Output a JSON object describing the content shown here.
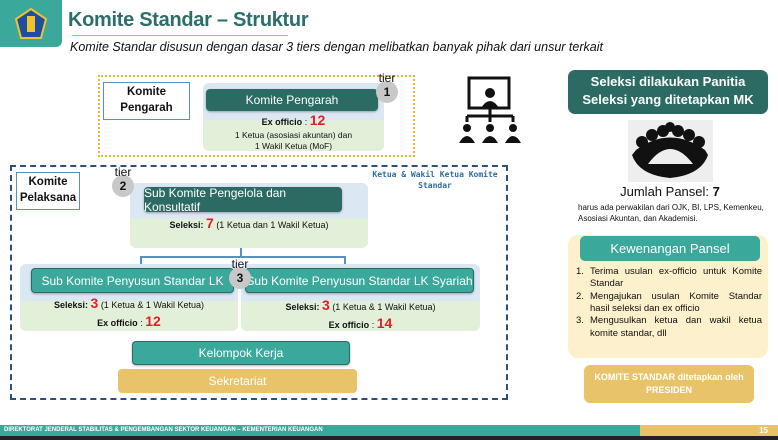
{
  "header": {
    "title": "Komite Standar – Struktur",
    "subtitle": "Komite Standar disusun dengan dasar 3 tiers dengan melibatkan banyak pihak dari unsur terkait"
  },
  "tier1": {
    "side_label": "Komite Pengarah",
    "tier_word": "tier",
    "tier_num": "1",
    "box_title": "Komite Pengarah",
    "ex_label": "Ex officio",
    "colon": ":",
    "ex_value": "12",
    "desc1": "1 Ketua (asosiasi akuntan) dan",
    "desc2": "1 Wakil Ketua (MoF)"
  },
  "pelaksana": {
    "side_label": "Komite Pelaksana",
    "note": "Ketua & Wakil Ketua Komite Standar",
    "tier2": {
      "tier_word": "tier",
      "tier_num": "2",
      "box_title": "Sub Komite Pengelola dan Konsultatif",
      "sel_label": "Seleksi:",
      "sel_value": "7",
      "sel_note": "(1 Ketua dan 1 Wakil Ketua)"
    },
    "tier3": {
      "tier_word": "tier",
      "tier_num": "3",
      "left": {
        "box_title": "Sub Komite Penyusun Standar LK",
        "sel_label": "Seleksi:",
        "sel_value": "3",
        "sel_note": "(1 Ketua & 1 Wakil Ketua)",
        "ex_label": "Ex officio",
        "colon": ":",
        "ex_value": "12"
      },
      "right": {
        "box_title": "Sub Komite Penyusun Standar LK Syariah",
        "sel_label": "Seleksi:",
        "sel_value": "3",
        "sel_note": "(1 Ketua & 1 Wakil Ketua)",
        "ex_label": "Ex officio",
        "colon": ":",
        "ex_value": "14"
      }
    },
    "kelompok": "Kelompok Kerja",
    "sekretariat": "Sekretariat"
  },
  "right": {
    "panel_title": "Seleksi dilakukan Panitia Seleksi yang ditetapkan MK",
    "pansel_label": "Jumlah Pansel:",
    "pansel_value": "7",
    "pansel_note": "harus ada perwakilan dari OJK, BI, LPS, Kemenkeu, Asosiasi Akuntan, dan Akademisi.",
    "kewenangan_title": "Kewenangan Pansel",
    "items": [
      {
        "n": "1.",
        "t": "Terima usulan ex-officio untuk Komite Standar"
      },
      {
        "n": "2.",
        "t": "Mengajukan usulan Komite Standar hasil seleksi dan ex officio"
      },
      {
        "n": "3.",
        "t": "Mengusulkan ketua dan wakil ketua komite standar, dll"
      }
    ],
    "final": "KOMITE STANDAR ditetapkan oleh PRESIDEN"
  },
  "footer": {
    "text": "DIREKTORAT JENDERAL STABILITAS & PENGEMBANGAN SEKTOR KEUANGAN – KEMENTERIAN KEUANGAN",
    "page": "15"
  },
  "colors": {
    "dark_teal": "#2b6b63",
    "teal": "#3aa89a",
    "gold": "#e8c36a",
    "red": "#e31e24"
  }
}
